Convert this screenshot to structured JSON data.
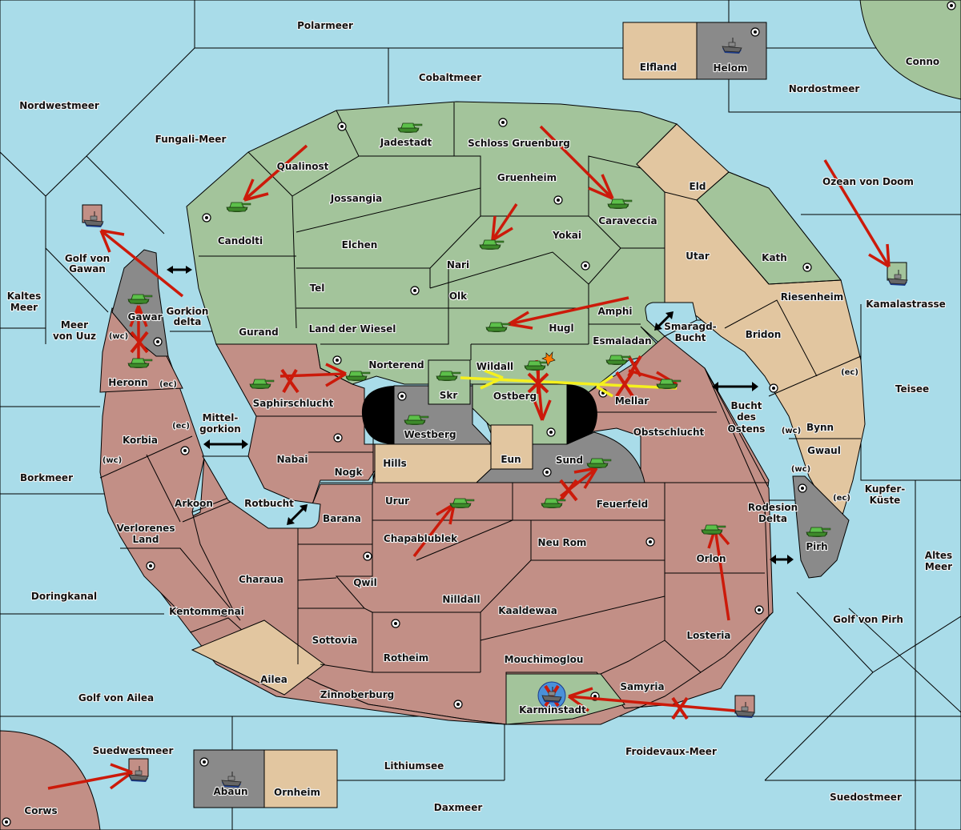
{
  "map": {
    "colors": {
      "sea": "#a9dce9",
      "power_green": "#a3c49b",
      "power_red": "#c28f86",
      "neutral_tan": "#e2c6a0",
      "power_grey": "#8a8a8a",
      "order_red": "#cc1a0a",
      "order_support_yellow": "#f5f01e"
    },
    "seas": {
      "polarmeer": "Polarmeer",
      "cobaltmeer": "Cobaltmeer",
      "nordwestmeer": "Nordwestmeer",
      "fungali": "Fungali-Meer",
      "nordostmeer": "Nordostmeer",
      "ozean": "Ozean von Doom",
      "kamalastrasse": "Kamalastrasse",
      "golf_gawan": "Golf von Gawan",
      "kaltes_meer": "Kaltes Meer",
      "meer_uuz": "Meer von Uuz",
      "gorkion_delta": "Gorkion delta",
      "mittelgorkion": "Mittel- gorkion",
      "borkmeer": "Borkmeer",
      "rotbucht": "Rotbucht",
      "smaragd": "Smaragd- Bucht",
      "bucht_ostens": "Bucht des Ostens",
      "teisee": "Teisee",
      "kupfer": "Kupfer- Küste",
      "rodesion": "Rodesion Delta",
      "altes_meer": "Altes Meer",
      "doringkanal": "Doringkanal",
      "golf_pirh": "Golf von Pirh",
      "golf_ailea": "Golf von Ailea",
      "suedwestmeer": "Suedwestmeer",
      "lithiumsee": "Lithiumsee",
      "froidevaux": "Froidevaux-Meer",
      "daxmeer": "Daxmeer",
      "suedostmeer": "Suedostmeer"
    },
    "lands": {
      "elfland": "Elfland",
      "helom": "Helom",
      "conno": "Conno",
      "jadestadt": "Jadestadt",
      "schloss": "Schloss Gruenburg",
      "qualinost": "Qualinost",
      "candolti": "Candolti",
      "jossangia": "Jossangia",
      "gruenheim": "Gruenheim",
      "caraveccia": "Caraveccia",
      "eld": "Eld",
      "elchen": "Elchen",
      "yokai": "Yokai",
      "nari": "Nari",
      "utar": "Utar",
      "kath": "Kath",
      "tel": "Tel",
      "olk": "Olk",
      "amphi": "Amphi",
      "riesenheim": "Riesenheim",
      "gurand": "Gurand",
      "land_wiesel": "Land der Wiesel",
      "hugl": "Hugl",
      "bridon": "Bridon",
      "gawar": "Gawar",
      "esmaladan": "Esmaladan",
      "norterend": "Norterend",
      "wildall": "Wildall",
      "heronn": "Heronn",
      "saphir": "Saphirschlucht",
      "skr": "Skr",
      "ostberg": "Ostberg",
      "mellar": "Mellar",
      "westberg": "Westberg",
      "obstschlucht": "Obstschlucht",
      "bynn": "Bynn",
      "korbia": "Korbia",
      "nabai": "Nabai",
      "hills": "Hills",
      "eun": "Eun",
      "sund": "Sund",
      "gwaul": "Gwaul",
      "nogk": "Nogk",
      "arkoon": "Arkoon",
      "urur": "Urur",
      "feuerfeld": "Feuerfeld",
      "barana": "Barana",
      "verlorenes": "Verlorenes Land",
      "chapa": "Chapablublek",
      "neurom": "Neu Rom",
      "orlon": "Orlon",
      "pirh": "Pirh",
      "charaua": "Charaua",
      "qwil": "Qwil",
      "nilldall": "Nilldall",
      "kentommenai": "Kentommenai",
      "kaaldewaa": "Kaaldewaa",
      "losteria": "Losteria",
      "sottovia": "Sottovia",
      "rotheim": "Rotheim",
      "mouchi": "Mouchimoglou",
      "ailea": "Ailea",
      "samyria": "Samyria",
      "zinnoberburg": "Zinnoberburg",
      "karminstadt": "Karminstadt",
      "abaun": "Abaun",
      "ornheim": "Ornheim",
      "corws": "Corws"
    },
    "coasts": {
      "wc": "(wc)",
      "ec": "(ec)"
    }
  }
}
